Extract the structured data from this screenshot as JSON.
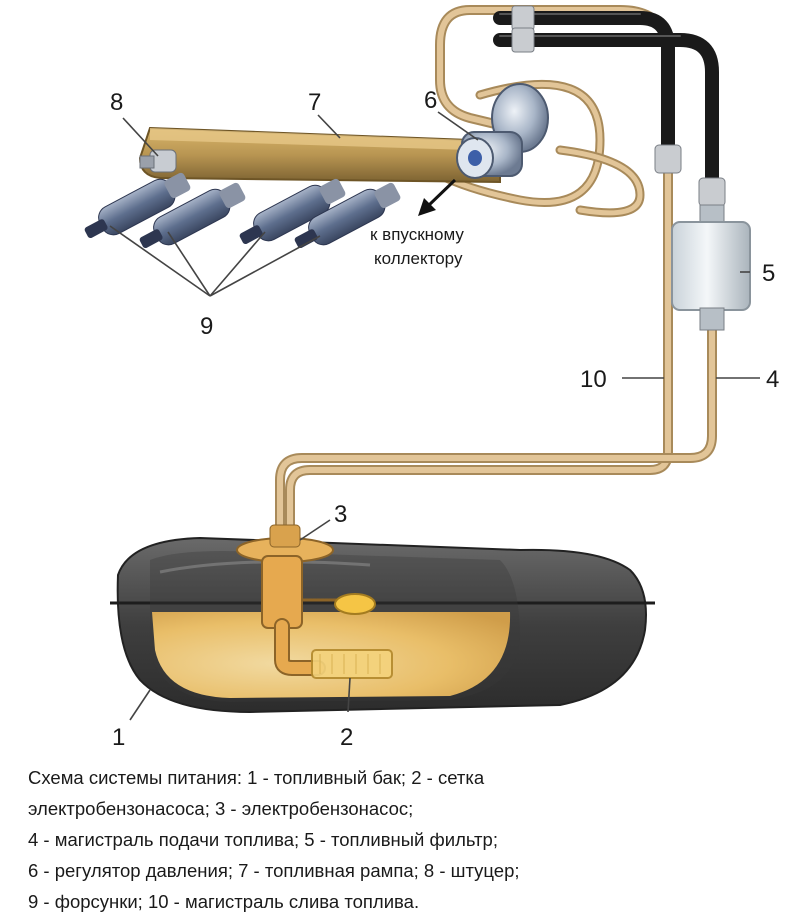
{
  "labels": {
    "tank": "1",
    "mesh": "2",
    "pump": "3",
    "supply_line": "4",
    "filter": "5",
    "regulator": "6",
    "rail": "7",
    "fitting": "8",
    "injectors": "9",
    "return_line": "10"
  },
  "arrow_text": {
    "line1": "к впускному",
    "line2": "коллектору"
  },
  "caption": {
    "line1": "Схема системы питания: 1 - топливный бак; 2 - сетка",
    "line2": "электробензонасоса; 3 - электробензонасос;",
    "line3": "4 - магистраль подачи топлива; 5 - топливный фильтр;",
    "line4": "6 - регулятор давления; 7 - топливная рампа; 8 - штуцер;",
    "line5": "9 - форсунки; 10 - магистраль слива топлива."
  },
  "colors": {
    "tube": "#d8b98a",
    "tube_edge": "#a88a5a",
    "hose": "#2a2a2a",
    "rail": "#b89552",
    "tank": "#4b4b4b",
    "fuel": "#f2c56b",
    "injector": "#6a7a96"
  }
}
